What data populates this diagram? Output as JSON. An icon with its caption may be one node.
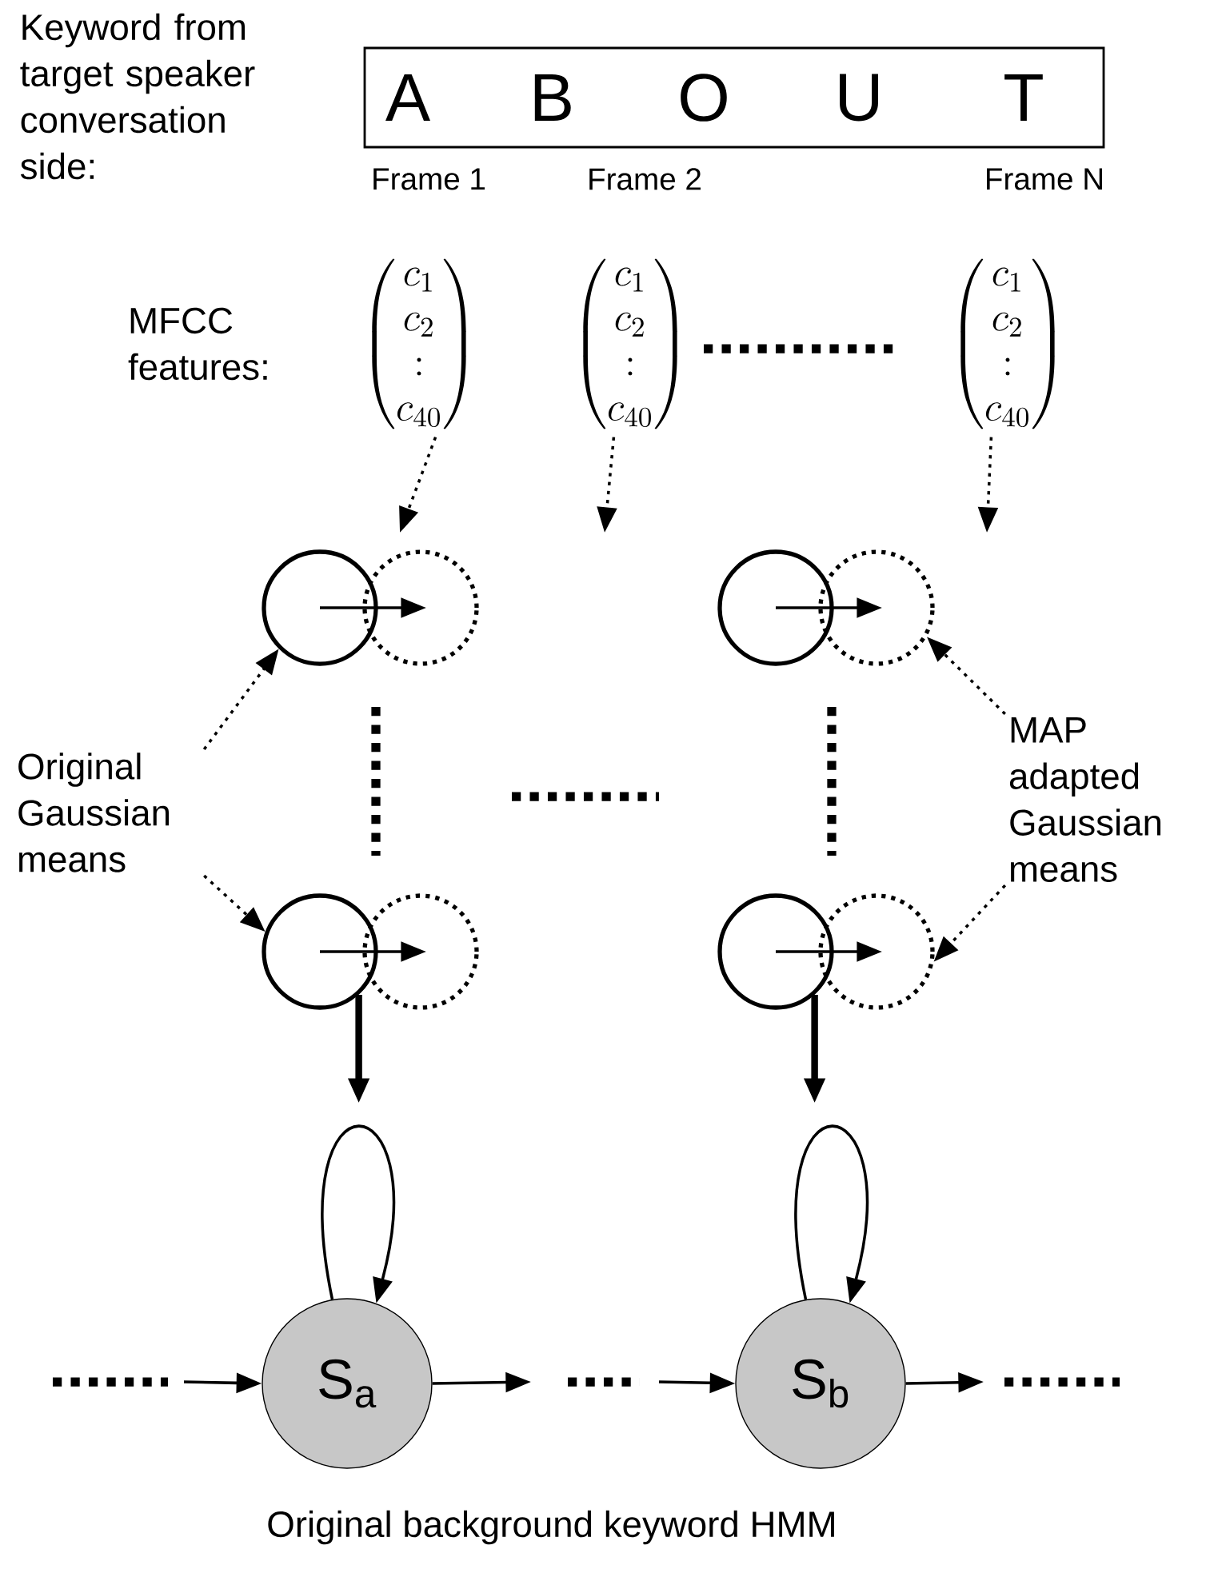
{
  "diagram": {
    "caption": "Original background keyword HMM",
    "nodes": [
      {
        "text": [
          "A",
          "B",
          "O",
          "U",
          "T"
        ]
      },
      {
        "text": [
          "\\begin{pmatrix}c_{1}\\\\c_{2}\\\\:\\\\c_{40}\\end{pmatrix}"
        ]
      },
      {
        "text": [
          "\\begin{pmatrix}c_{1}\\\\c_{2}\\\\:\\\\c_{40}\\end{pmatrix}"
        ]
      },
      {
        "text": [
          "\\begin{pmatrix}c_{1}\\\\c_{2}\\\\:\\\\c_{40}\\end{pmatrix}"
        ]
      },
      {
        "text": [],
        "shape": "circle"
      },
      {
        "text": [],
        "shape": "circle"
      },
      {
        "text": [],
        "shape": "circle"
      },
      {
        "text": [],
        "shape": "circle"
      },
      {
        "text": [],
        "shape": "circle"
      },
      {
        "text": [],
        "shape": "circle"
      },
      {
        "text": [],
        "shape": "circle"
      },
      {
        "text": [],
        "shape": "circle"
      },
      {
        "text": [
          "Original Gaussian means"
        ]
      },
      {
        "text": [
          "MAP adapted Gaussian means"
        ]
      },
      {
        "text": [
          "S$_{a}$"
        ]
      },
      {
        "text": [
          "S$_{b}$"
        ]
      }
    ],
    "edges": [
      {
        "from": 1,
        "to": null,
        "arrow": "to",
        "style": "dashed"
      },
      {
        "from": 2,
        "to": null,
        "arrow": "to",
        "style": "dashed"
      },
      {
        "from": 3,
        "to": null,
        "arrow": "to",
        "style": "dashed"
      },
      {
        "from": 4,
        "to": 5,
        "arrow": "to"
      },
      {
        "from": 6,
        "to": 7,
        "arrow": "to"
      },
      {
        "from": 8,
        "to": 9,
        "arrow": "to"
      },
      {
        "from": 10,
        "to": 11,
        "arrow": "to"
      },
      {
        "from": 12,
        "to": 4,
        "arrow": "to",
        "style": "dashed"
      },
      {
        "from": 12,
        "to": 8,
        "arrow": "to",
        "style": "dashed"
      },
      {
        "from": 13,
        "to": 7,
        "arrow": "to",
        "style": "dashed"
      },
      {
        "from": 13,
        "to": 11,
        "arrow": "to",
        "style": "dashed"
      },
      {
        "from": 8,
        "to": null,
        "arrow": "to",
        "style": "thick"
      },
      {
        "from": 10,
        "to": null,
        "arrow": "to",
        "style": "thick"
      },
      {
        "from": 14,
        "to": 14,
        "arrow": "to"
      },
      {
        "from": 15,
        "to": 15,
        "arrow": "to"
      },
      {
        "from": null,
        "to": 14,
        "arrow": "to"
      },
      {
        "from": 14,
        "to": null,
        "arrow": "to"
      },
      {
        "from": null,
        "to": 15,
        "arrow": "to"
      },
      {
        "from": 15,
        "to": null,
        "arrow": "to"
      }
    ],
    "labels": [
      "Keyword from target speaker conversation side:",
      "Frame 1",
      "Frame 2",
      "Frame N",
      "MFCC features:"
    ]
  }
}
